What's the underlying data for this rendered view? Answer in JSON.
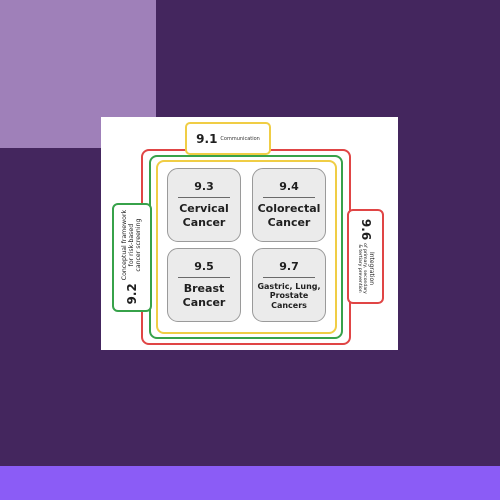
{
  "colors": {
    "background": "#44265e",
    "accent_square": "#9f80b9",
    "bottom_bar": "#8b5cf6",
    "frame_red": "#e04545",
    "frame_green": "#37a24a",
    "frame_yellow": "#f0cd45",
    "tile_fill": "#ebebeb"
  },
  "diagram": {
    "communication": {
      "number": "9.1",
      "label": "Communication"
    },
    "framework": {
      "number": "9.2",
      "lines": [
        "Conceptual framework",
        "for risk-based",
        "cancer screening"
      ]
    },
    "integration": {
      "number": "9.6",
      "lines": [
        "Integration",
        "of primary, secondary",
        "& tertiary prevention"
      ]
    },
    "tiles": [
      {
        "number": "9.3",
        "lines": [
          "Cervical",
          "Cancer"
        ]
      },
      {
        "number": "9.4",
        "lines": [
          "Colorectal",
          "Cancer"
        ]
      },
      {
        "number": "9.5",
        "lines": [
          "Breast",
          "Cancer"
        ]
      },
      {
        "number": "9.7",
        "lines": [
          "Gastric, Lung,",
          "Prostate",
          "Cancers"
        ]
      }
    ]
  }
}
